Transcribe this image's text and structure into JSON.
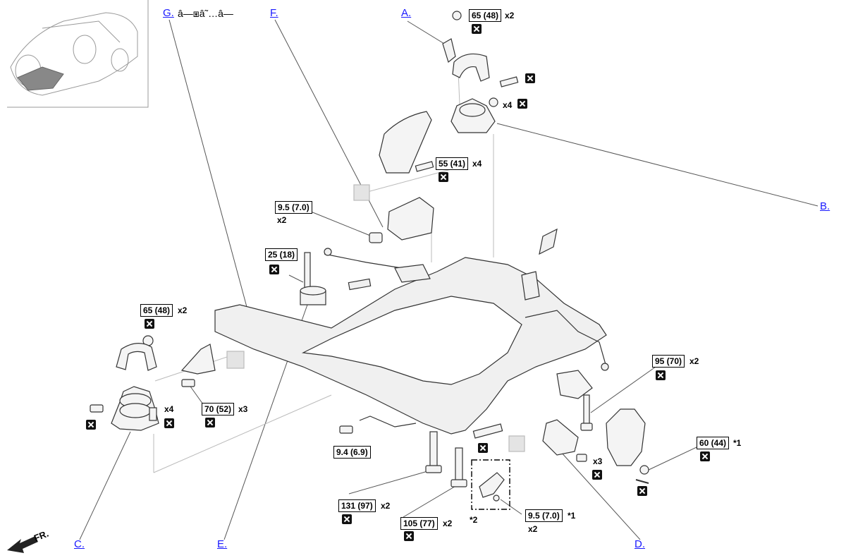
{
  "links": {
    "a": "A.",
    "b": "B.",
    "c": "C.",
    "d": "D.",
    "e": "E.",
    "f": "F.",
    "g": "G.",
    "g_suffix": "â—⧆â˜…â—"
  },
  "callouts": {
    "c1": {
      "torque": "65 (48)",
      "qty": "x2"
    },
    "c2": {
      "qty": "x4"
    },
    "c3": {
      "torque": "55 (41)",
      "qty": "x4"
    },
    "c4": {
      "torque": "9.5 (7.0)",
      "qty": "x2"
    },
    "c5": {
      "torque": "25 (18)"
    },
    "c6": {
      "torque": "65 (48)",
      "qty": "x2"
    },
    "c7": {
      "qty": "x4"
    },
    "c8": {
      "torque": "70 (52)",
      "qty": "x3"
    },
    "c9": {
      "torque": "95 (70)",
      "qty": "x2"
    },
    "c10": {
      "torque": "9.4 (6.9)"
    },
    "c11": {
      "qty": "x3"
    },
    "c12": {
      "torque": "60 (44)",
      "qty": "*1"
    },
    "c13": {
      "torque": "131 (97)",
      "qty": "x2"
    },
    "c14": {
      "torque": "105 (77)",
      "qty": "x2"
    },
    "c15": {
      "torque": "9.5 (7.0)",
      "qty": "*1",
      "qty2": "x2"
    },
    "star2": "*2"
  },
  "front_label": "FR."
}
